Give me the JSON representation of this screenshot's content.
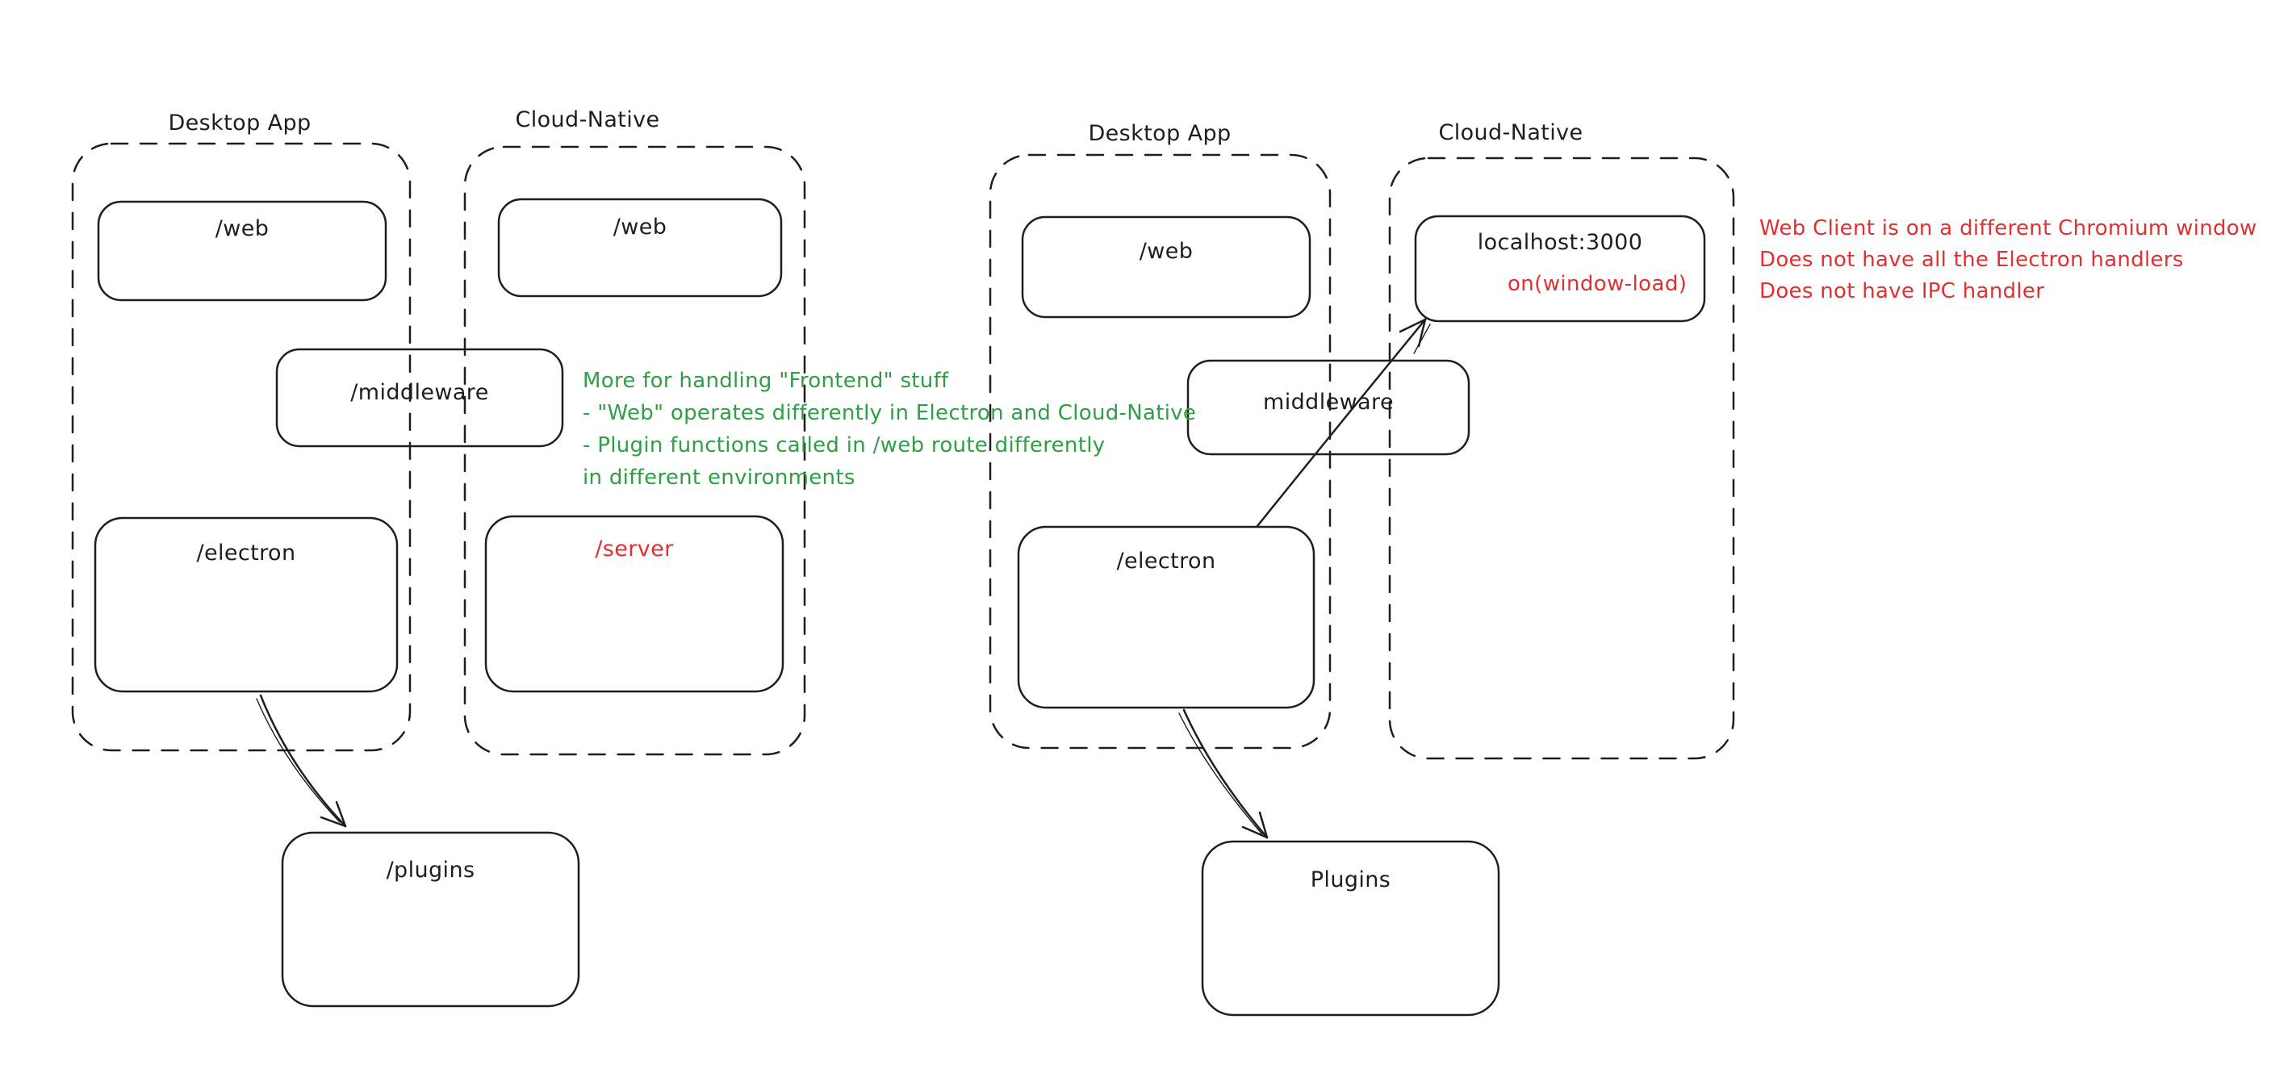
{
  "colors": {
    "ink": "#1e1e1e",
    "green": "#2f9e44",
    "red": "#e03131",
    "background": "#ffffff"
  },
  "left": {
    "desktop_title": "Desktop App",
    "cloud_title": "Cloud-Native",
    "desktop_web_label": "/web",
    "cloud_web_label": "/web",
    "middleware_label": "/middleware",
    "desktop_electron_label": "/electron",
    "cloud_server_label": "/server",
    "plugins_label": "/plugins",
    "note_lines": [
      "More for handling \"Frontend\" stuff",
      "- \"Web\" operates differently in Electron and Cloud-Native",
      "- Plugin functions called in /web route differently",
      "in different environments"
    ]
  },
  "right": {
    "desktop_title": "Desktop App",
    "cloud_title": "Cloud-Native",
    "desktop_web_label": "/web",
    "localhost_label": "localhost:3000",
    "window_load_label": "on(window-load)",
    "middleware_label": "middleware",
    "desktop_electron_label": "/electron",
    "plugins_label": "Plugins",
    "note_lines": [
      "Web Client is on a different Chromium window",
      "Does not have all the Electron handlers",
      "Does not have IPC handler"
    ]
  }
}
